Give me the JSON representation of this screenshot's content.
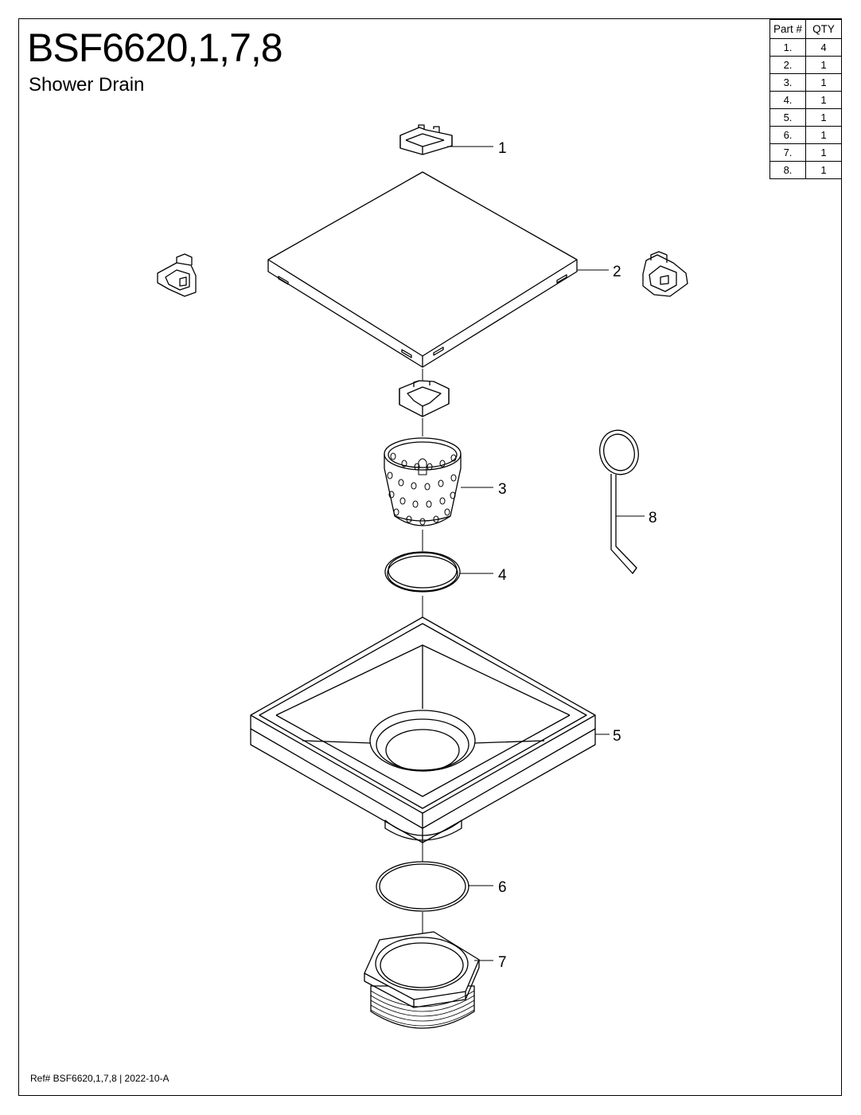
{
  "header": {
    "title": "BSF6620,1,7,8",
    "subtitle": "Shower Drain"
  },
  "parts_table": {
    "headers": [
      "Part #",
      "QTY"
    ],
    "rows": [
      {
        "part": "1.",
        "qty": "4"
      },
      {
        "part": "2.",
        "qty": "1"
      },
      {
        "part": "3.",
        "qty": "1"
      },
      {
        "part": "4.",
        "qty": "1"
      },
      {
        "part": "5.",
        "qty": "1"
      },
      {
        "part": "6.",
        "qty": "1"
      },
      {
        "part": "7.",
        "qty": "1"
      },
      {
        "part": "8.",
        "qty": "1"
      }
    ]
  },
  "callouts": {
    "c1": "1",
    "c2": "2",
    "c3": "3",
    "c4": "4",
    "c5": "5",
    "c6": "6",
    "c7": "7",
    "c8": "8"
  },
  "footer": {
    "ref": "Ref# BSF6620,1,7,8 | 2022-10-A"
  }
}
